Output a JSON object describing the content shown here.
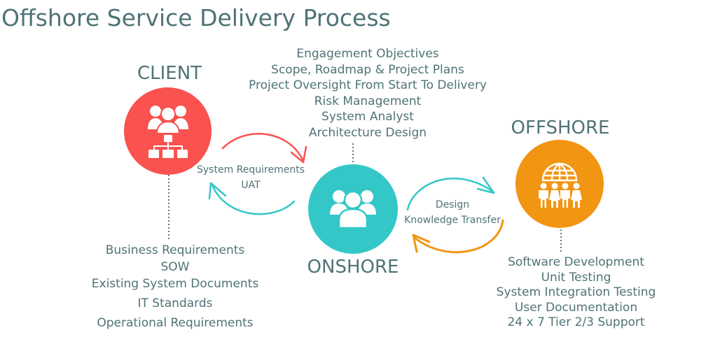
{
  "title": "Offshore Service Delivery Process",
  "nodes": {
    "client": {
      "label": "CLIENT",
      "icon": "team-hierarchy-icon",
      "color": "#f9524f",
      "items": [
        "Business Requirements",
        "SOW",
        "Existing System Documents",
        "IT Standards",
        "Operational Requirements"
      ]
    },
    "onshore": {
      "label": "ONSHORE",
      "icon": "group-users-icon",
      "color": "#34c7c8",
      "items": [
        "Engagement Objectives",
        "Scope, Roadmap & Project Plans",
        "Project Oversight From Start To Delivery",
        "Risk Management",
        "System Analyst",
        "Architecture Design"
      ]
    },
    "offshore": {
      "label": "OFFSHORE",
      "icon": "global-team-icon",
      "color": "#f29512",
      "items": [
        "Software Development",
        "Unit Testing",
        "System Integration Testing",
        "User Documentation",
        "24 x 7 Tier 2/3 Support"
      ]
    }
  },
  "flows": {
    "client_onshore": {
      "lines": [
        "System Requirements",
        "UAT"
      ],
      "forward_color": "#f9524f",
      "back_color": "#34c7c8"
    },
    "onshore_offshore": {
      "lines": [
        "Design",
        "Knowledge Transfer"
      ],
      "forward_color": "#34c7c8",
      "back_color": "#f29512"
    }
  }
}
